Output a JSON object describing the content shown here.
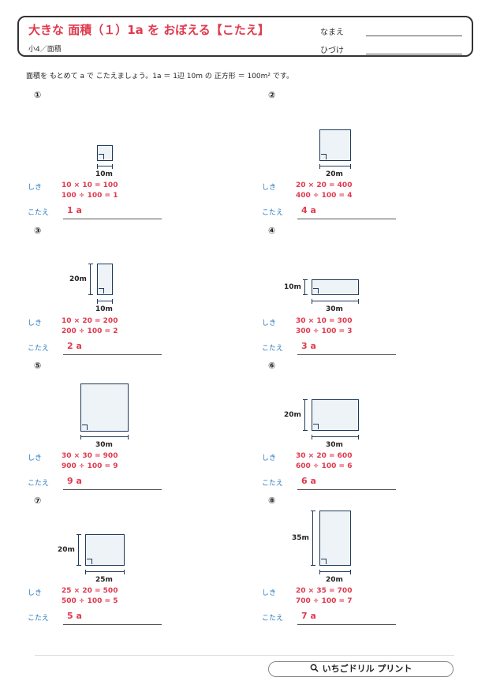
{
  "header": {
    "title": "大きな 面積（１）1a を おぼえる【こたえ】",
    "subtitle": "小4／面積",
    "name_label": "なまえ",
    "date_label": "ひづけ"
  },
  "instruction": "面積を もとめて a で こたえましょう。1a ＝ 1辺 10m の 正方形 ＝ 100m² です。",
  "labels": {
    "shiki": "しき",
    "kotae": "こたえ"
  },
  "problems": [
    {
      "num": "①",
      "width": "10m",
      "height": "",
      "calc1": "10 × 10 = 100",
      "calc2": "100 ÷ 100 = 1",
      "answer": "1 a"
    },
    {
      "num": "②",
      "width": "20m",
      "height": "",
      "calc1": "20 × 20 = 400",
      "calc2": "400 ÷ 100 = 4",
      "answer": "4 a"
    },
    {
      "num": "③",
      "width": "10m",
      "height": "20m",
      "calc1": "10 × 20 = 200",
      "calc2": "200 ÷ 100 = 2",
      "answer": "2 a"
    },
    {
      "num": "④",
      "width": "30m",
      "height": "10m",
      "calc1": "30 × 10 = 300",
      "calc2": "300 ÷ 100 = 3",
      "answer": "3 a"
    },
    {
      "num": "⑤",
      "width": "30m",
      "height": "",
      "calc1": "30 × 30 = 900",
      "calc2": "900 ÷ 100 = 9",
      "answer": "9 a"
    },
    {
      "num": "⑥",
      "width": "30m",
      "height": "20m",
      "calc1": "30 × 20 = 600",
      "calc2": "600 ÷ 100 = 6",
      "answer": "6 a"
    },
    {
      "num": "⑦",
      "width": "25m",
      "height": "20m",
      "calc1": "25 × 20 = 500",
      "calc2": "500 ÷ 100 = 5",
      "answer": "5 a"
    },
    {
      "num": "⑧",
      "width": "20m",
      "height": "35m",
      "calc1": "20 × 35 = 700",
      "calc2": "700 ÷ 100 = 7",
      "answer": "7 a"
    }
  ],
  "footer": {
    "brand": "いちごドリル プリント"
  }
}
